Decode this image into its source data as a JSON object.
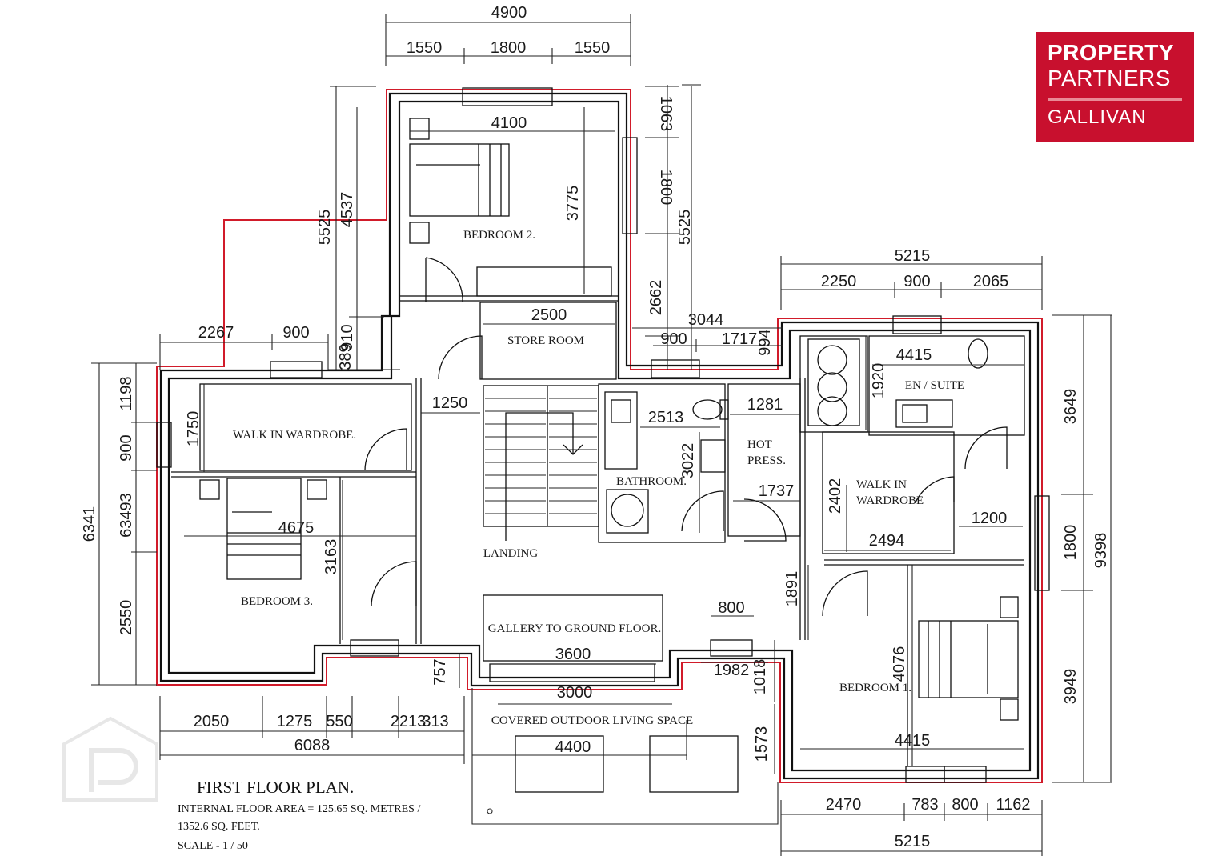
{
  "logo": {
    "line1": "PROPERTY",
    "line2": "PARTNERS",
    "line3": "GALLIVAN"
  },
  "plan": {
    "title": "FIRST FLOOR PLAN.",
    "area_line1": "INTERNAL FLOOR AREA = 125.65 SQ. METRES /",
    "area_line2": "1352.6 SQ. FEET.",
    "scale": "SCALE - 1 / 50"
  },
  "rooms": {
    "bedroom2": "BEDROOM 2.",
    "store": "STORE ROOM",
    "walkin_left": "WALK IN WARDROBE.",
    "bedroom3": "BEDROOM 3.",
    "landing": "LANDING",
    "bathroom": "BATHROOM.",
    "hot_press_1": "HOT",
    "hot_press_2": "PRESS.",
    "ensuite": "EN / SUITE",
    "walkin_right_1": "WALK IN",
    "walkin_right_2": "WARDROBE",
    "bedroom1": "BEDROOM 1.",
    "gallery": "GALLERY TO GROUND FLOOR.",
    "covered": "COVERED OUTDOOR LIVING SPACE"
  },
  "dims": {
    "top_total": "4900",
    "top_a": "1550",
    "top_b": "1800",
    "top_c": "1550",
    "b2_width": "4100",
    "b2_depth": "3775",
    "right_a": "1063",
    "right_b": "1800",
    "right_c": "5525",
    "right_d": "2662",
    "left_a": "5525",
    "left_b": "4537",
    "left_c": "910",
    "left_d": "389",
    "store_width": "2500",
    "d3044": "3044",
    "d900_mid": "900",
    "d1717": "1717",
    "d994": "994",
    "east_total": "5215",
    "east_a": "2250",
    "east_b": "900",
    "east_c": "2065",
    "ensuite_w": "4415",
    "ensuite_d": "1920",
    "w2267": "2267",
    "w900_left": "900",
    "l1198": "1198",
    "l900": "900",
    "l6341": "6341",
    "l_over": "63493",
    "l2550": "2550",
    "wiw_depth": "1750",
    "landing_w": "1250",
    "bath_w": "2513",
    "bath_d": "3022",
    "hp_w": "1281",
    "hp_d": "1737",
    "b3_width": "4675",
    "b3_depth": "3163",
    "wiw2_d": "2402",
    "wiw2_w": "2494",
    "d1200": "1200",
    "r3649": "3649",
    "r1800": "1800",
    "r9398": "9398",
    "r3949": "3949",
    "d1891": "1891",
    "d800": "800",
    "gallery_w": "3600",
    "d1982": "1982",
    "d1018": "1018",
    "d4076": "4076",
    "d757": "757",
    "covered_w": "3000",
    "b1_width": "4415",
    "d1573": "1573",
    "d4400": "4400",
    "bl_2050": "2050",
    "bl_1275": "1275",
    "bl_550": "550",
    "bl_2213": "2213",
    "bl_313": "313",
    "bl_6088": "6088",
    "br_2470": "2470",
    "br_783": "783",
    "br_800": "800",
    "br_1162": "1162",
    "br_total": "5215"
  },
  "colors": {
    "brand": "#c8102e",
    "outline": "#d11b2a"
  }
}
